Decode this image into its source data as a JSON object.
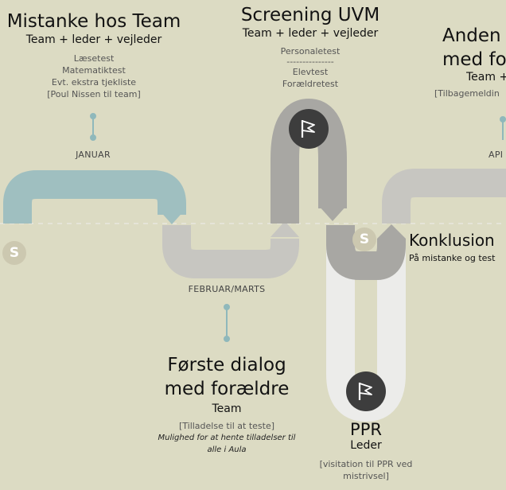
{
  "colors": {
    "background": "#dcdbc3",
    "teal": "#9fbfc0",
    "grey_light": "#c7c6c1",
    "grey_mid": "#a8a7a3",
    "grey_dark": "#8d8c88",
    "white_track": "#ececea",
    "flag_circle": "#3d3d3d",
    "badge": "#ccc8b0",
    "pin": "#8fb8bb"
  },
  "stage1": {
    "title": "Mistanke hos Team",
    "subtitle": "Team + leder + vejleder",
    "lines": [
      "Læsetest",
      "Matematiktest",
      "Evt. ekstra tjekliste",
      "[Poul Nissen til team]"
    ],
    "month": "JANUAR"
  },
  "stage2": {
    "month": "FEBRUAR/MARTS",
    "title_line1": "Første dialog",
    "title_line2": "med forældre",
    "subtitle": "Team",
    "note": "[Tilladelse til at teste]",
    "italic_line1": "Mulighed for at hente tilladelser til",
    "italic_line2": "alle i Aula"
  },
  "stage3": {
    "title": "Screening UVM",
    "subtitle": "Team + leder + vejleder",
    "line1": "Personaletest",
    "separator": "---------------",
    "line2": "Elevtest",
    "line3": "Forældretest",
    "icon": "flag-icon"
  },
  "stage4": {
    "title": "Konklusion",
    "subtitle": "På mistanke og test",
    "badge": "S"
  },
  "stage5": {
    "title": "PPR",
    "subtitle": "Leder",
    "note_line1": "[visitation til PPR ved",
    "note_line2": "mistrivsel]",
    "icon": "flag-icon"
  },
  "stage6": {
    "title_line1": "Anden",
    "title_line2": "med fo",
    "subtitle": "Team +",
    "note": "[Tilbagemeldin",
    "month": "API"
  },
  "start_badge": "S"
}
